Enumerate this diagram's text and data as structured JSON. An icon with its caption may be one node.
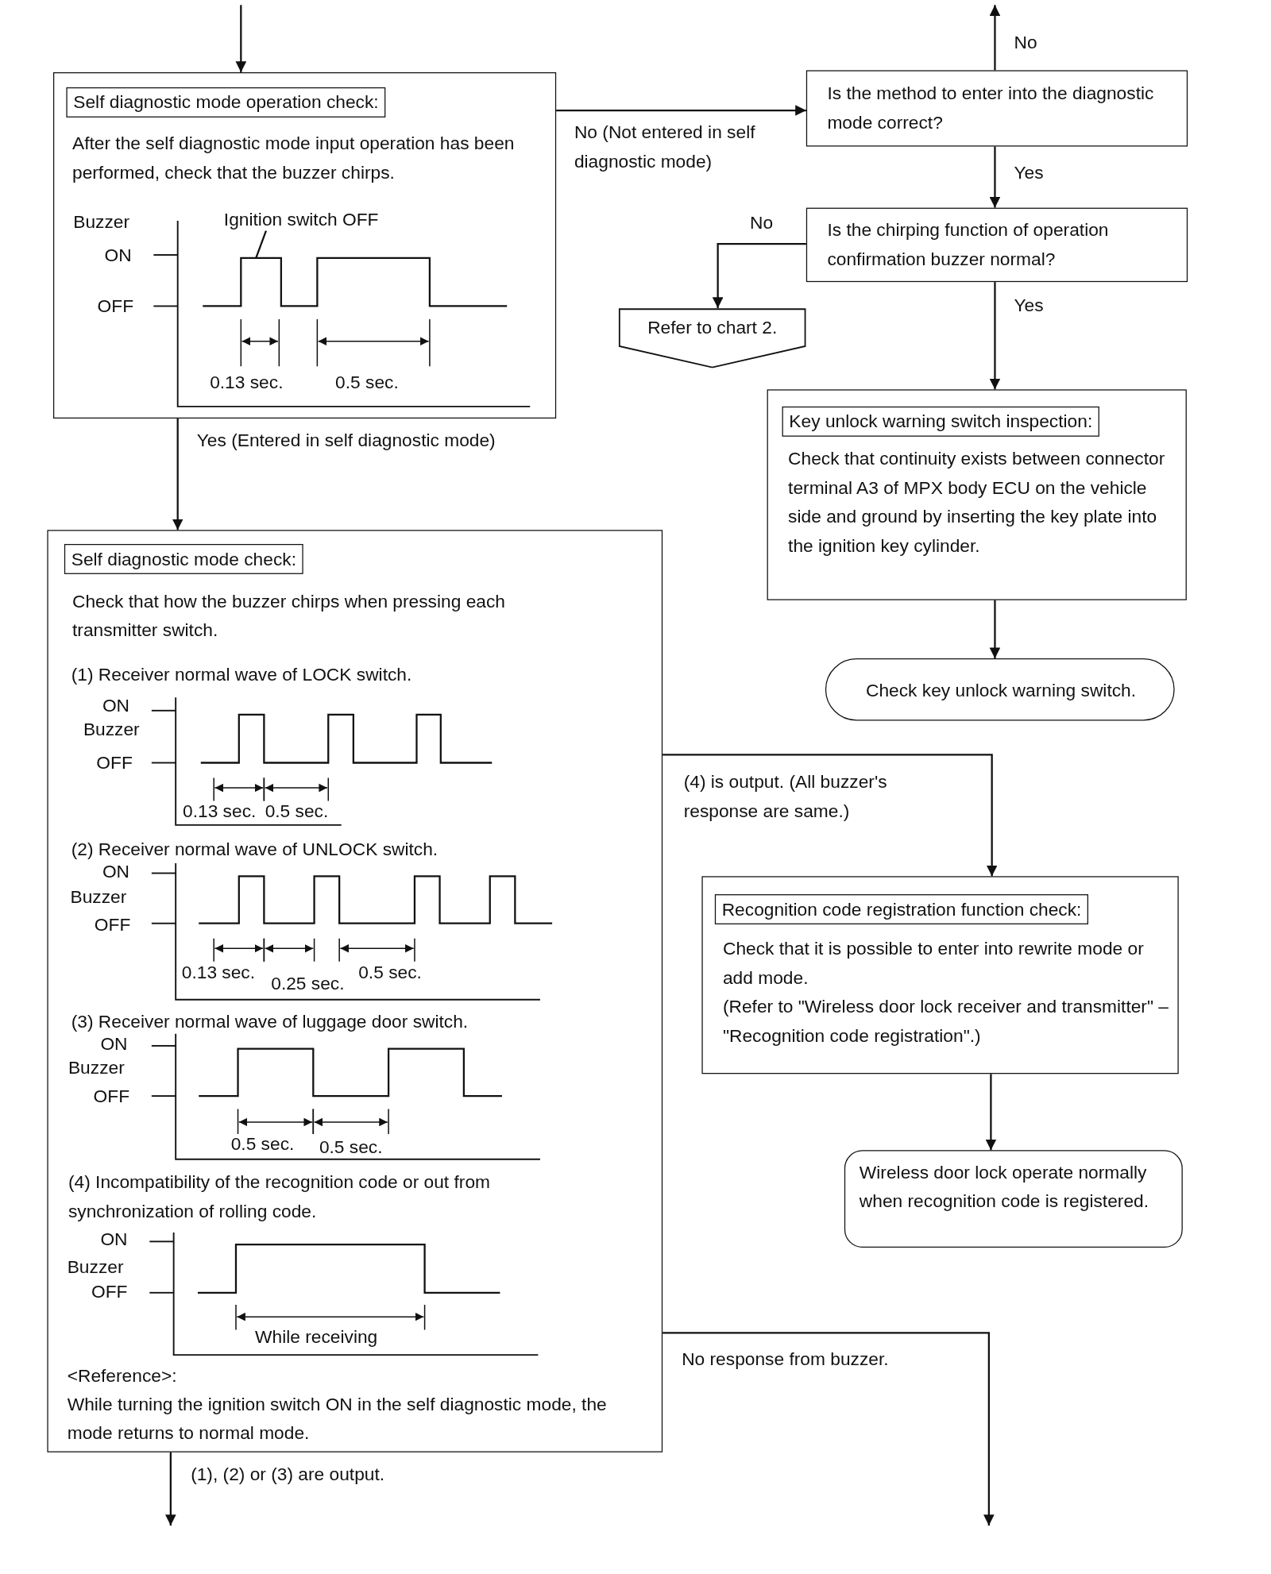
{
  "diagram": {
    "nodes": [
      {
        "text": [
          "Self diagnostic mode operation check:",
          "After the self diagnostic mode input operation has been performed, check that the buzzer chirps."
        ]
      },
      {
        "text": [
          "Ignition switch OFF"
        ],
        "in": 0
      },
      {
        "text": [
          "Is the method to enter into the diagnostic mode correct?"
        ]
      },
      {
        "text": [
          "Is the chirping function of operation confirmation buzzer normal?"
        ]
      },
      {
        "text": [
          "Refer to chart 2."
        ]
      },
      {
        "text": [
          "Key unlock warning switch inspection:",
          "Check that continuity exists between connector terminal A3 of MPX body ECU on the vehicle side and ground by inserting the key plate into the ignition key cylinder."
        ]
      },
      {
        "text": [
          "Check key unlock warning switch."
        ]
      },
      {
        "text": [
          "Self diagnostic mode check:",
          "Check that how the buzzer chirps when pressing each transmitter switch.",
          "<Reference>:",
          "While turning the ignition switch ON in the self diagnostic mode, the mode returns to normal mode."
        ]
      },
      {
        "text": [
          "Recognition code registration function check:",
          "Check that it is possible to enter into rewrite mode or add mode.",
          "(Refer to \"Wireless door lock receiver and transmitter\" – \"Recognition code registration\".)"
        ]
      },
      {
        "text": [
          "Wireless door lock operate normally when recognition code is registered."
        ]
      }
    ],
    "edges": [
      {
        "from": null,
        "to": 0,
        "arrow": "to"
      },
      {
        "from": 1,
        "to": null,
        "arrow": "none"
      },
      {
        "from": 0,
        "to": 2,
        "arrow": "to",
        "label": "No (Not entered in self diagnostic mode)"
      },
      {
        "from": 2,
        "to": null,
        "arrow": "to",
        "label": "No"
      },
      {
        "from": 2,
        "to": 3,
        "arrow": "to",
        "label": "Yes"
      },
      {
        "from": 3,
        "to": 4,
        "arrow": "to",
        "label": "No"
      },
      {
        "from": 3,
        "to": 5,
        "arrow": "to",
        "label": "Yes"
      },
      {
        "from": 5,
        "to": 6,
        "arrow": "to"
      },
      {
        "from": 0,
        "to": 7,
        "arrow": "to",
        "label": "Yes (Entered in self diagnostic mode)"
      },
      {
        "from": 7,
        "to": 8,
        "arrow": "to",
        "label": "(4) is output. (All buzzer's response are same.)"
      },
      {
        "from": 8,
        "to": 9,
        "arrow": "to"
      },
      {
        "from": 7,
        "to": null,
        "arrow": "to",
        "label": "(1), (2) or (3) are output."
      },
      {
        "from": 7,
        "to": null,
        "arrow": "to",
        "label": "No response from buzzer."
      }
    ],
    "labels": [
      "Buzzer",
      "ON",
      "OFF",
      "0.13 sec.",
      "0.5 sec.",
      "(1) Receiver normal wave of LOCK switch.",
      "ON",
      "Buzzer",
      "OFF",
      "0.13 sec.",
      "0.5 sec.",
      "(2) Receiver normal wave of UNLOCK switch.",
      "ON",
      "Buzzer",
      "OFF",
      "0.13 sec.",
      "0.25 sec.",
      "0.5 sec.",
      "(3) Receiver normal wave of luggage door switch.",
      "ON",
      "Buzzer",
      "OFF",
      "0.5 sec.",
      "0.5 sec.",
      "(4) Incompatibility of the recognition code or out from synchronization of rolling code.",
      "ON",
      "Buzzer",
      "OFF",
      "While receiving"
    ]
  }
}
